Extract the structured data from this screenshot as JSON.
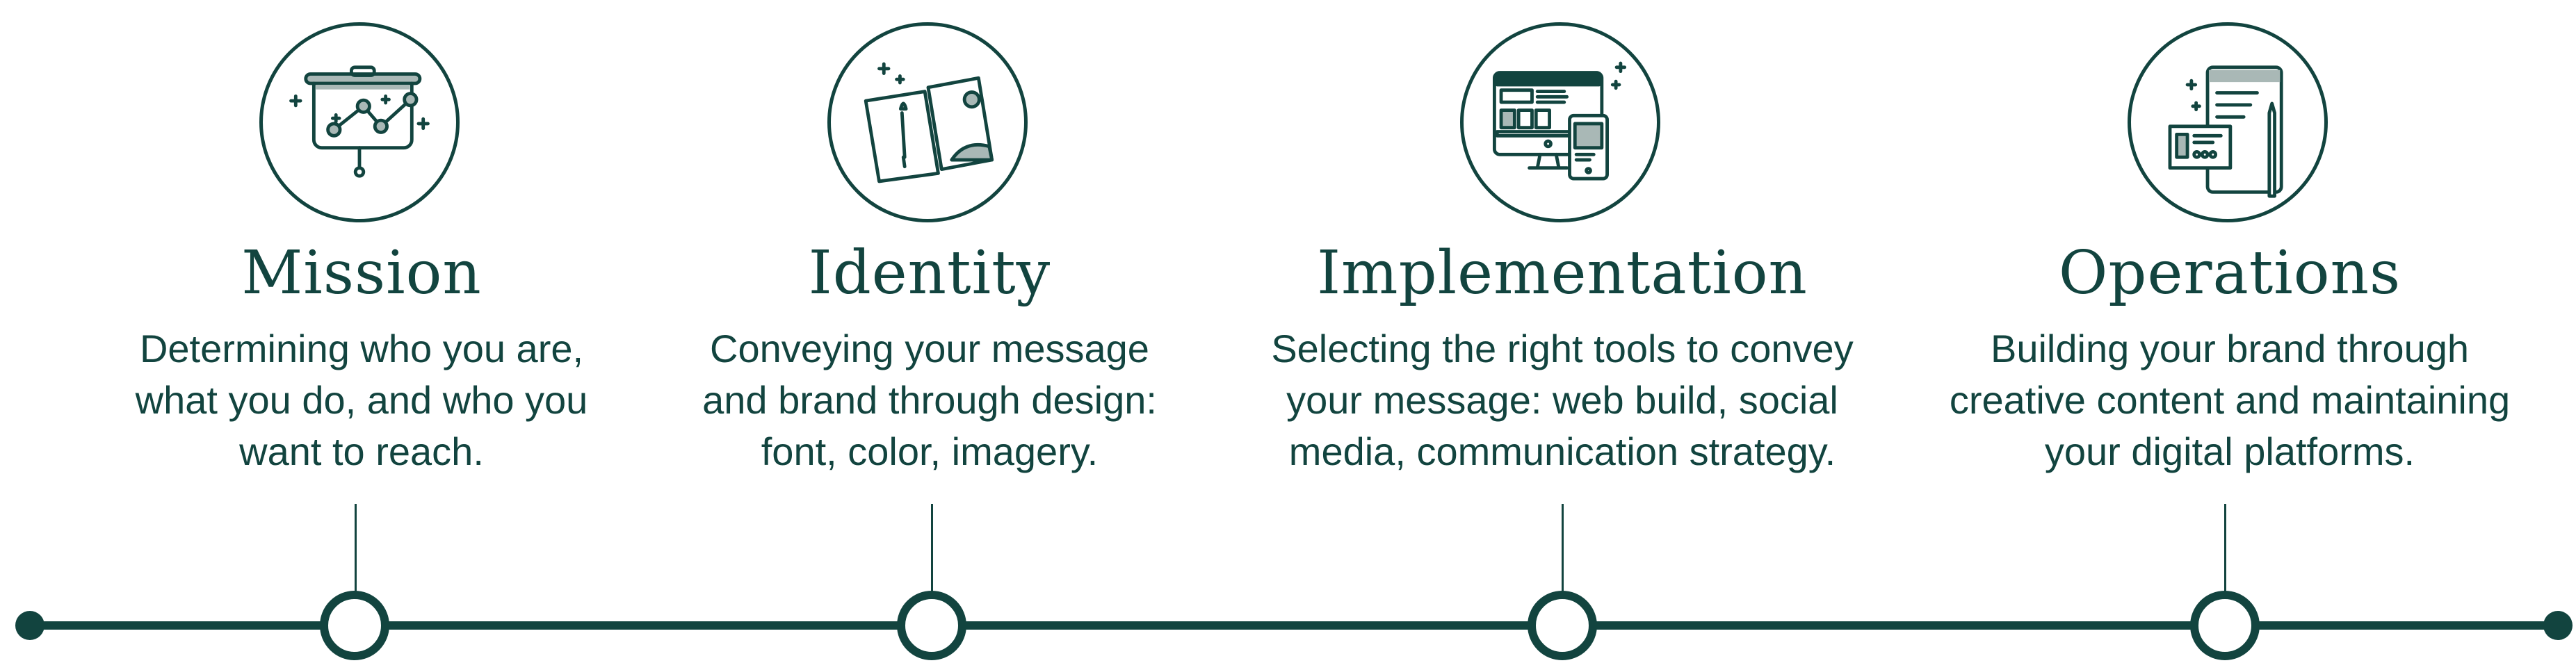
{
  "colors": {
    "primary": "#12443f",
    "accent": "#a9b8b6"
  },
  "steps": [
    {
      "icon": "presentation-chart-icon",
      "title": "Mission",
      "lines": [
        "Determining who you are,",
        "what you do, and who you",
        "want to reach."
      ]
    },
    {
      "icon": "design-images-icon",
      "title": "Identity",
      "lines": [
        "Conveying your message",
        "and brand through design:",
        "font, color, imagery."
      ]
    },
    {
      "icon": "devices-icon",
      "title": "Implementation",
      "lines": [
        "Selecting the right tools to convey",
        "your message: web build, social",
        "media, communication strategy."
      ]
    },
    {
      "icon": "content-notebook-icon",
      "title": "Operations",
      "lines": [
        "Building your brand through",
        "creative content and maintaining",
        "your digital platforms."
      ]
    }
  ]
}
